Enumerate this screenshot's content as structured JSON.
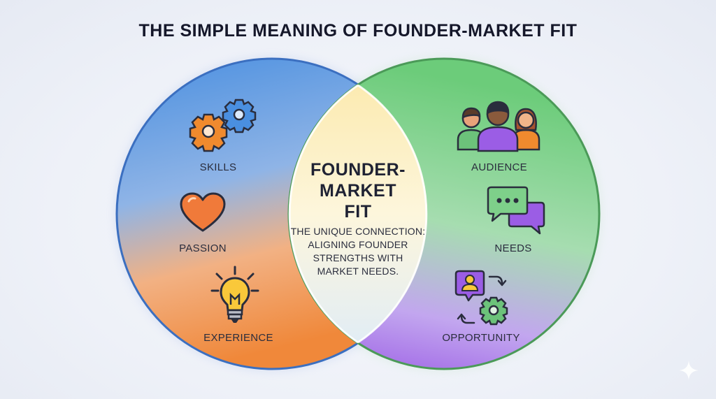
{
  "title": "THE SIMPLE MEANING OF FOUNDER-MARKET FIT",
  "left_circle": {
    "color_top": "#4a8fe0",
    "color_bottom": "#f0883a",
    "items": [
      {
        "label": "SKILLS",
        "icon": "gears-icon"
      },
      {
        "label": "PASSION",
        "icon": "heart-icon"
      },
      {
        "label": "EXPERIENCE",
        "icon": "lightbulb-icon"
      }
    ]
  },
  "right_circle": {
    "color_top": "#6ccc7a",
    "color_bottom": "#9b5de5",
    "items": [
      {
        "label": "AUDIENCE",
        "icon": "people-icon"
      },
      {
        "label": "NEEDS",
        "icon": "chat-bubbles-icon"
      },
      {
        "label": "OPPORTUNITY",
        "icon": "opportunity-icon"
      }
    ]
  },
  "center": {
    "title_lines": [
      "FOUNDER-",
      "MARKET",
      "FIT"
    ],
    "description_lines": [
      "THE UNIQUE CONNECTION:",
      "ALIGNING FOUNDER",
      "STRENGTHS WITH",
      "MARKET NEEDS."
    ]
  },
  "watermark_icon": "sparkle-icon"
}
